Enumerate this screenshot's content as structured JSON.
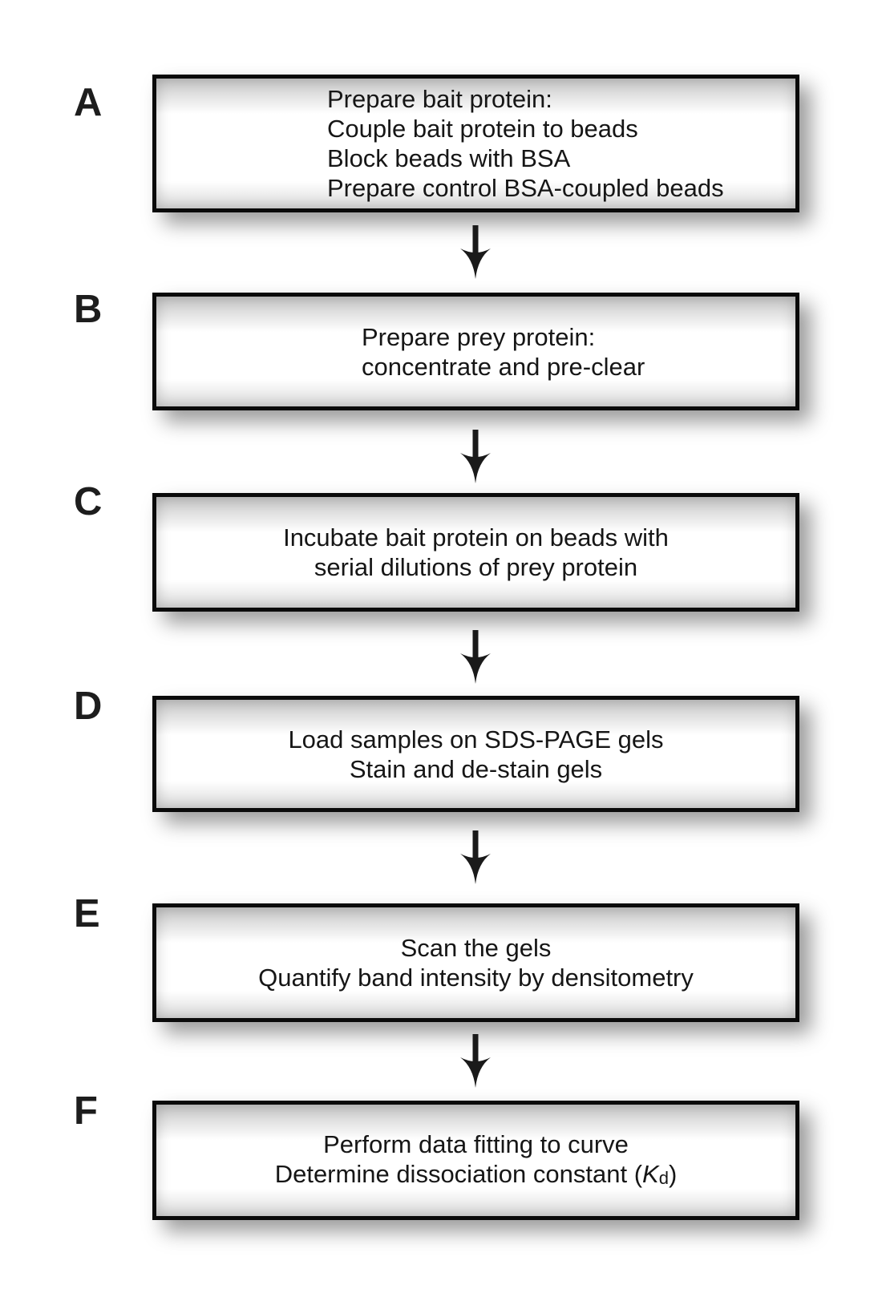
{
  "steps": [
    {
      "label": "A",
      "lines": [
        "Prepare bait protein:",
        "Couple bait protein to beads",
        "Block beads with BSA",
        "Prepare control BSA-coupled beads"
      ]
    },
    {
      "label": "B",
      "lines": [
        "Prepare prey protein:",
        "concentrate and pre-clear"
      ]
    },
    {
      "label": "C",
      "lines": [
        "Incubate bait protein on beads with",
        "serial dilutions of prey protein"
      ]
    },
    {
      "label": "D",
      "lines": [
        "Load samples on SDS-PAGE gels",
        "Stain and de-stain gels"
      ]
    },
    {
      "label": "E",
      "lines": [
        "Scan the gels",
        "Quantify band intensity by densitometry"
      ]
    },
    {
      "label": "F",
      "lines": [
        "Perform data fitting to curve"
      ],
      "formula_line": {
        "prefix": "Determine dissociation constant (",
        "symbol": "K",
        "subscript": "d",
        "suffix": ")"
      }
    }
  ],
  "colors": {
    "background": "#ffffff",
    "box_border": "#0a0a0a",
    "box_fill": "#ffffff",
    "text": "#161616",
    "arrow": "#1a1a1a",
    "shadow": "#9a9a9a"
  }
}
